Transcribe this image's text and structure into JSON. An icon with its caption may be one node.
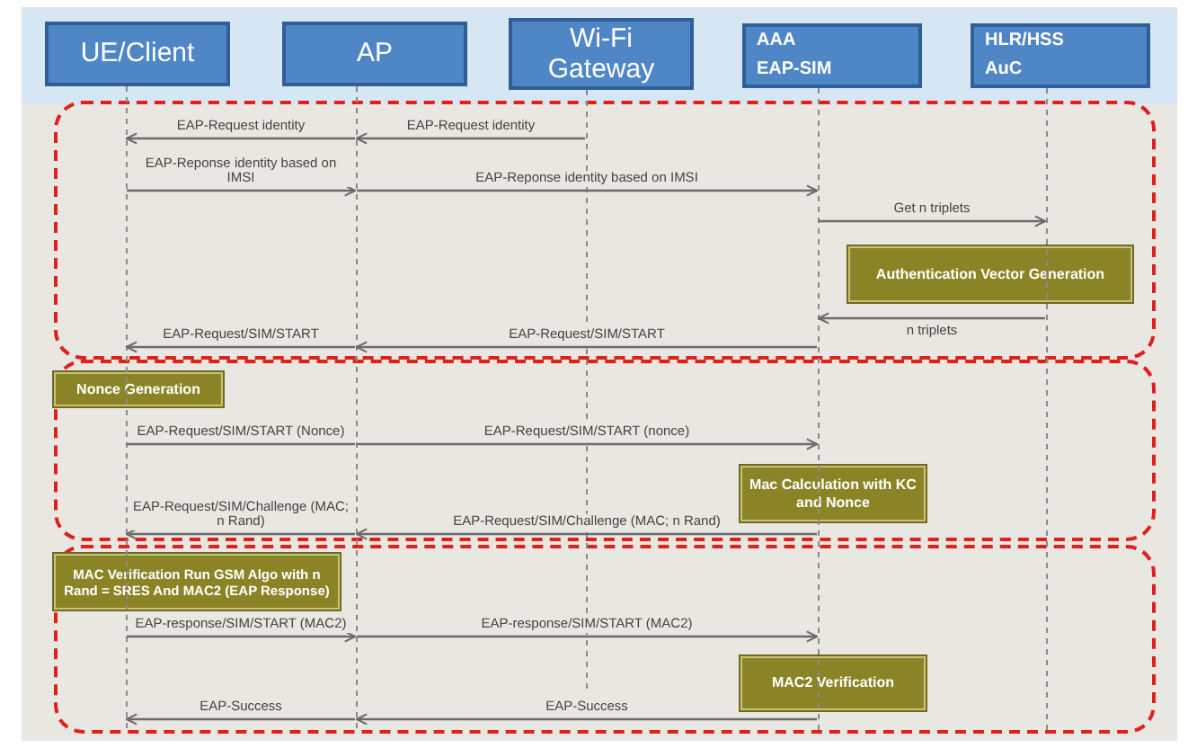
{
  "diagram": {
    "nodes": [
      {
        "text": [
          "UE/Client"
        ]
      },
      {
        "text": [
          "AP"
        ]
      },
      {
        "text": [
          "Wi-Fi Gateway"
        ]
      },
      {
        "text": [
          "AAA EAP-SIM"
        ]
      },
      {
        "text": [
          "HLR/HSS AuC"
        ]
      },
      {
        "text": [],
        "shape": "bar"
      },
      {
        "text": [],
        "shape": "bar"
      },
      {
        "text": [],
        "shape": "bar"
      },
      {
        "text": [],
        "shape": "bar"
      },
      {
        "text": [],
        "shape": "bar"
      },
      {
        "text": [],
        "shape": "box"
      },
      {
        "text": [
          "Authentication Vector Generation"
        ],
        "in": 10
      },
      {
        "text": [],
        "shape": "box"
      },
      {
        "text": [
          "Nonce Generation"
        ],
        "in": 12
      },
      {
        "text": [
          "Mac Calculation with KC and Nonce"
        ],
        "in": 12
      },
      {
        "text": [],
        "shape": "box"
      },
      {
        "text": [
          "MAC Verification Run GSM Algo with n Rand = SRES And MAC2 (EAP Response)"
        ],
        "in": 15
      },
      {
        "text": [
          "MAC2 Verification"
        ],
        "in": 15
      }
    ],
    "edges": [
      {
        "from": 7,
        "to": 6,
        "arrow": "to",
        "label": "EAP-Request identity"
      },
      {
        "from": 6,
        "to": 5,
        "arrow": "to",
        "label": "EAP-Request identity"
      },
      {
        "from": 5,
        "to": 6,
        "arrow": "to",
        "label": "EAP-Reponse identity based on IMSI"
      },
      {
        "from": 6,
        "to": 8,
        "arrow": "to",
        "label": "EAP-Reponse identity based on IMSI"
      },
      {
        "from": 8,
        "to": 9,
        "arrow": "to",
        "label": "Get n triplets"
      },
      {
        "from": 9,
        "to": 8,
        "arrow": "to",
        "label": "n triplets"
      },
      {
        "from": 8,
        "to": 6,
        "arrow": "to",
        "label": "EAP-Request/SIM/START"
      },
      {
        "from": 6,
        "to": 5,
        "arrow": "to",
        "label": "EAP-Request/SIM/START"
      },
      {
        "from": 5,
        "to": 6,
        "arrow": "none",
        "label": "EAP-Request/SIM/START (Nonce)"
      },
      {
        "from": 6,
        "to": 8,
        "arrow": "to",
        "label": "EAP-Request/SIM/START (nonce)"
      },
      {
        "from": 8,
        "to": 6,
        "arrow": "to",
        "label": "EAP-Request/SIM/Challenge (MAC; n Rand)"
      },
      {
        "from": 6,
        "to": 5,
        "arrow": "to",
        "label": "EAP-Request/SIM/Challenge (MAC; n Rand)"
      },
      {
        "from": 5,
        "to": 6,
        "arrow": "to",
        "label": "EAP-response/SIM/START (MAC2)"
      },
      {
        "from": 6,
        "to": 8,
        "arrow": "to",
        "label": "EAP-response/SIM/START (MAC2)"
      },
      {
        "from": 8,
        "to": 6,
        "arrow": "to",
        "label": "EAP-Success"
      },
      {
        "from": 6,
        "to": 5,
        "arrow": "to",
        "label": "EAP-Success"
      }
    ]
  }
}
